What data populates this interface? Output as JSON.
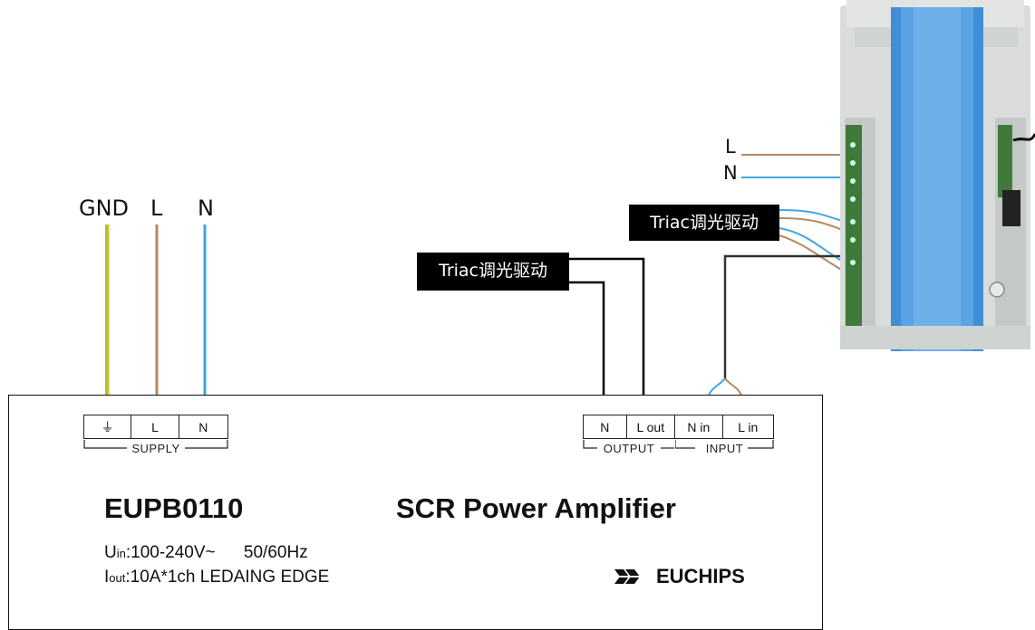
{
  "supply_wires": {
    "gnd": "GND",
    "l": "L",
    "n": "N"
  },
  "device_wires": {
    "l": "L",
    "n": "N"
  },
  "triac_labels": {
    "right": "Triac调光驱动",
    "center": "Triac调光驱动"
  },
  "supply_terminal": {
    "cells": [
      "⏚",
      "L",
      "N"
    ],
    "group": "SUPPLY"
  },
  "output_terminal": {
    "cells": [
      "N",
      "L out"
    ],
    "group": "OUTPUT"
  },
  "input_terminal": {
    "cells": [
      "N in",
      "L in"
    ],
    "group": "INPUT"
  },
  "model": "EUPB0110",
  "product": "SCR Power Amplifier",
  "ratings": {
    "uin_prefix": "U",
    "uin_sub": "in",
    "uin_value": ":100-240V~",
    "freq": "50/60Hz",
    "iout_prefix": "I",
    "iout_sub": "out",
    "iout_value": ":10A*1ch LEDAING EDGE"
  },
  "logo_text": "EUCHIPS",
  "colors": {
    "brown": "#b48a63",
    "blue": "#3fa6e0",
    "green": "#a8c23a",
    "yellow": "#e2cf36",
    "black": "#000000"
  }
}
